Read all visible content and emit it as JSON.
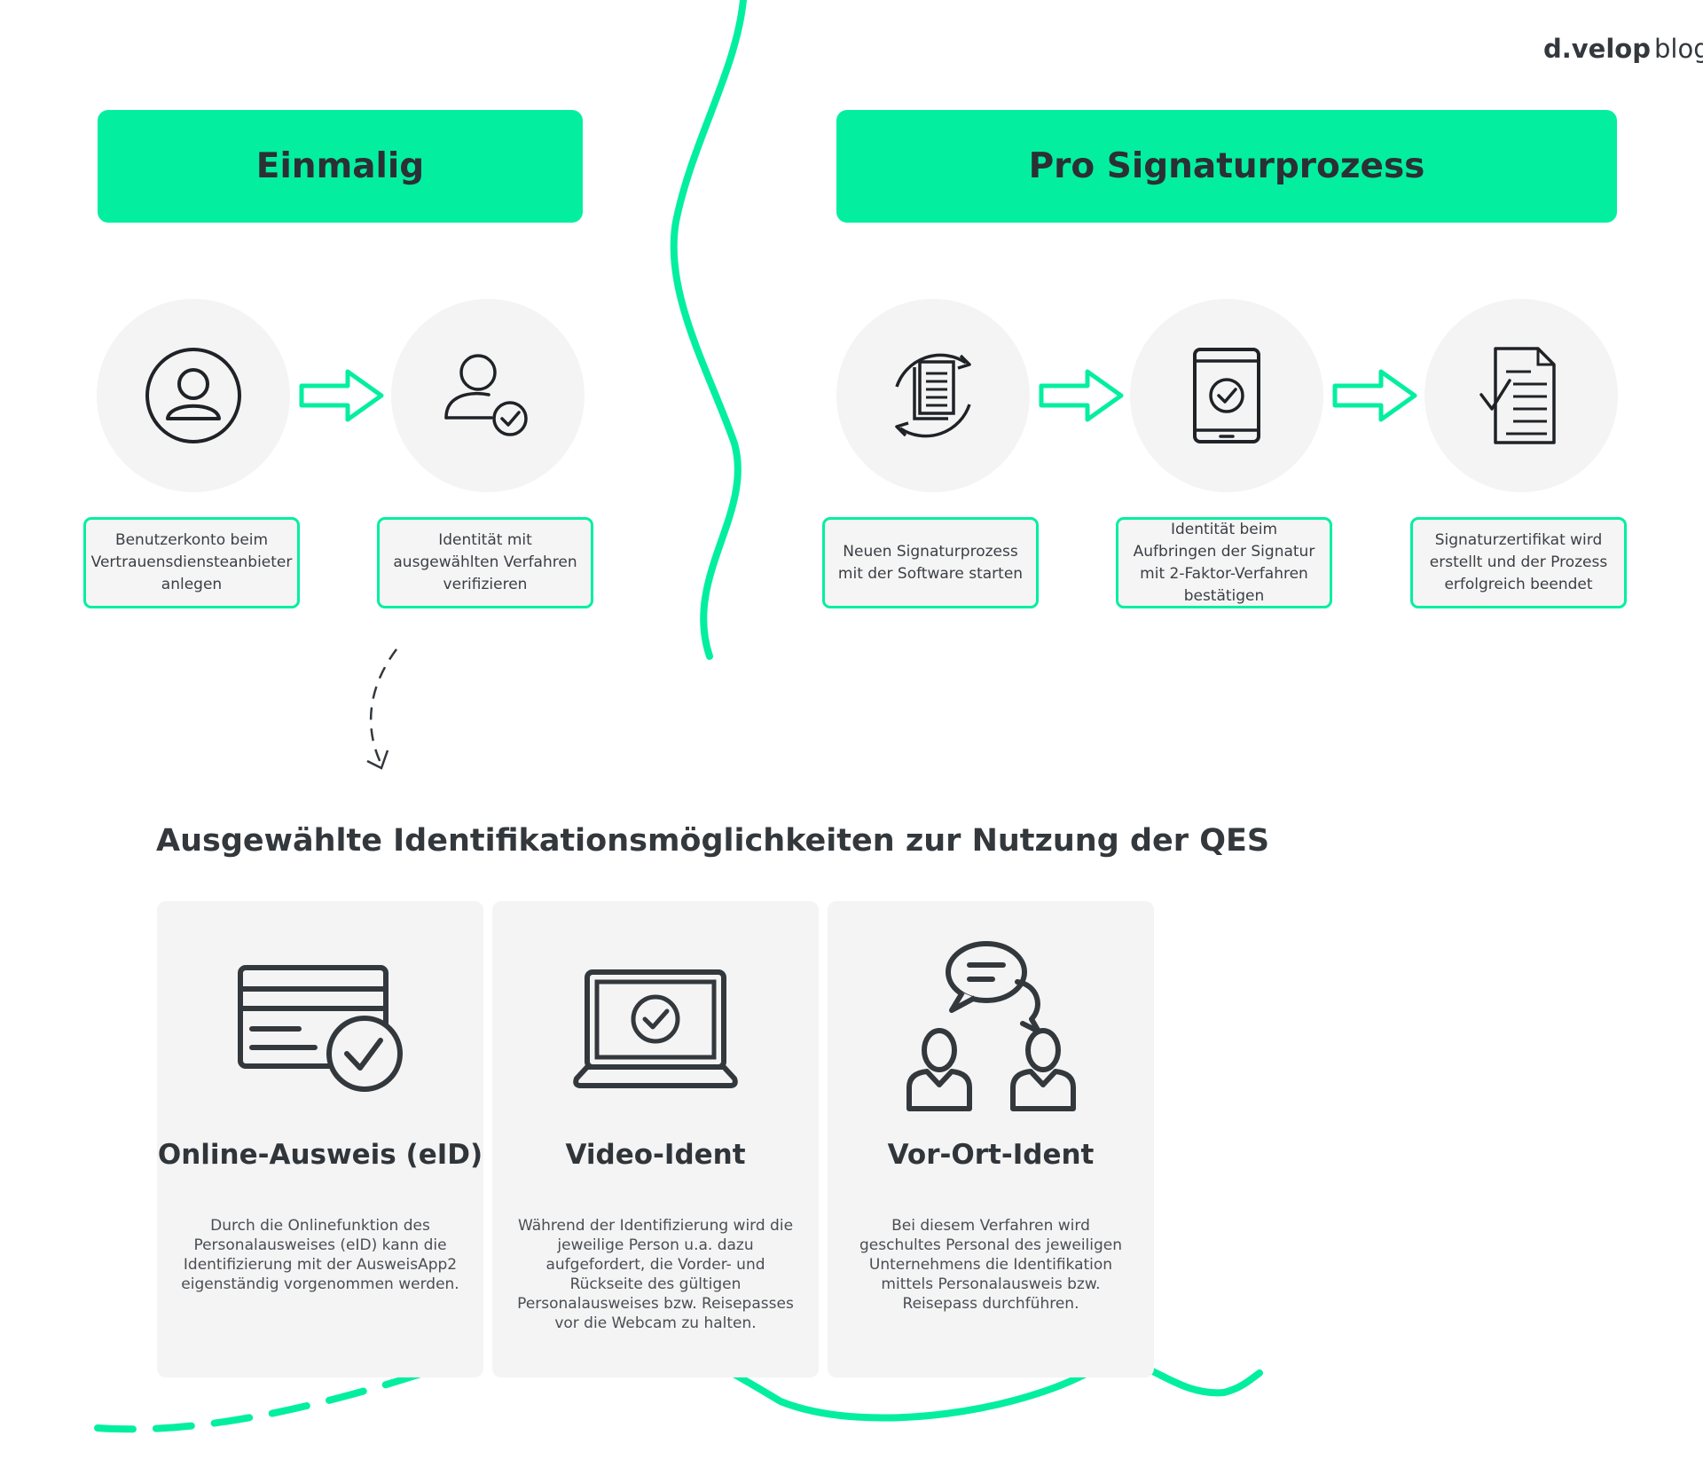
{
  "brand": {
    "name": "d.velop",
    "suffix": "blog"
  },
  "colors": {
    "accent": "#03ef9f",
    "dark": "#2b3035",
    "panel": "#f4f4f4"
  },
  "sections": {
    "once": {
      "title": "Einmalig",
      "steps": [
        {
          "icon": "user-circle-icon",
          "label": "Benutzerkonto beim Vertrauensdiensteanbieter anlegen"
        },
        {
          "icon": "user-check-icon",
          "label": "Identität mit ausgewählten Verfahren verifizieren"
        }
      ]
    },
    "per_process": {
      "title": "Pro Signaturprozess",
      "steps": [
        {
          "icon": "document-cycle-icon",
          "label": "Neuen Signaturprozess mit der Software starten"
        },
        {
          "icon": "tablet-check-icon",
          "label": "Identität beim Aufbringen der Signatur mit 2-Faktor-Verfahren bestätigen"
        },
        {
          "icon": "document-check-icon",
          "label": "Signaturzertifikat wird erstellt und der Prozess erfolgreich beendet"
        }
      ]
    }
  },
  "identification": {
    "title": "Ausgewählte Identifikationsmöglichkeiten zur Nutzung der QES",
    "options": [
      {
        "icon": "id-card-check-icon",
        "title": "Online-Ausweis (eID)",
        "text": "Durch die Onlinefunktion des Personalausweises (eID) kann die Identifizierung mit der AusweisApp2 eigenständig vorgenommen werden."
      },
      {
        "icon": "laptop-check-icon",
        "title": "Video-Ident",
        "text": "Während der Identifizierung wird die jeweilige Person u.a. dazu aufgefordert, die Vorder- und Rückseite des gültigen Personalausweises bzw. Reisepasses vor die Webcam zu halten."
      },
      {
        "icon": "people-chat-icon",
        "title": "Vor-Ort-Ident",
        "text": "Bei diesem Verfahren wird geschultes Personal des jeweiligen Unternehmens die Identifikation mittels Personalausweis bzw. Reisepass durchführen."
      }
    ]
  }
}
